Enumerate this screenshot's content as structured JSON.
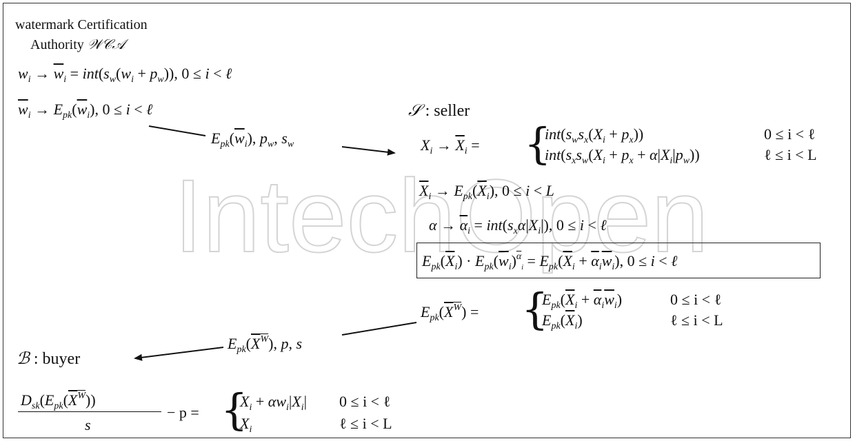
{
  "watermark": "IntechOpen",
  "wca": {
    "title_line1": "watermark Certification",
    "title_line2": "Authority",
    "symbol": "𝒲𝒞𝒜",
    "eq1": "w_i → w̄_i = int(s_w(w_i + p_w)), 0 ≤ i < ℓ",
    "eq2": "w̄_i → E_pk(w̄_i), 0 ≤ i < ℓ"
  },
  "msg1": "E_pk(w̄_i), p_w, s_w",
  "seller": {
    "symbol": "𝒮",
    "label": ": seller",
    "eq1_lhs": "X_i → X̄_i =",
    "eq1_case1": "int(s_w s_x(X_i + p_x))",
    "eq1_cond1": "0 ≤ i < ℓ",
    "eq1_case2": "int(s_x s_w(X_i + p_x + α|X_i|p_w))",
    "eq1_cond2": "ℓ ≤ i < L",
    "eq2": "X̄_i → E_pk(X̄_i), 0 ≤ i < L",
    "eq3": "α → ᾱ_i = int(s_x α|X_i|), 0 ≤ i < ℓ",
    "eq4_boxed": "E_pk(X̄_i) · E_pk(w̄_i)^ᾱ_i = E_pk(X̄_i + ᾱ_i w̄_i), 0 ≤ i < ℓ",
    "eq5_lhs": "E_pk(X^W̄) =",
    "eq5_case1": "E_pk(X̄_i + ᾱ_i w̄_i)",
    "eq5_cond1": "0 ≤ i < ℓ",
    "eq5_case2": "E_pk(X̄_i)",
    "eq5_cond2": "ℓ ≤ i < L"
  },
  "msg2": "E_pk(X̄^W̄), p, s",
  "buyer": {
    "symbol": "ℬ",
    "label": ": buyer",
    "frac_num": "D_sk(E_pk(X̄^W̄))",
    "frac_den": "s",
    "minus_p": "− p =",
    "case1": "X_i + αw_i|X_i|",
    "cond1": "0 ≤ i < ℓ",
    "case2": "X_i",
    "cond2": "ℓ ≤ i < L"
  }
}
